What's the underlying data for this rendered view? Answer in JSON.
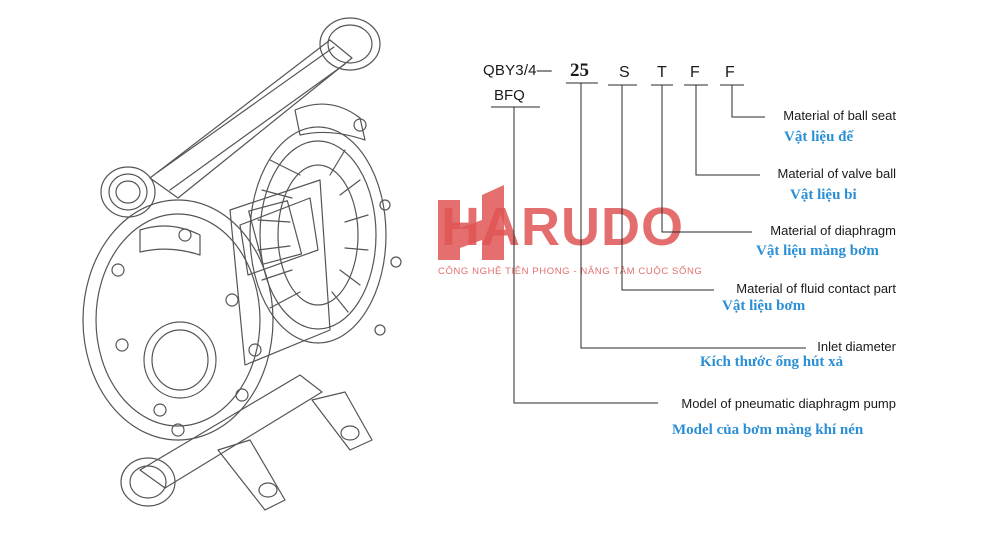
{
  "colors": {
    "line": "#2a2a2a",
    "drawing": "#555555",
    "vietnamese_text": "#2b8fd6",
    "watermark": "#e05555"
  },
  "watermark": {
    "brand": "HARUDO",
    "tagline": "CÔNG NGHỆ TIÊN PHONG - NÂNG TẦM CUỘC SỐNG"
  },
  "model_code": {
    "prefix": "QBY3/4—",
    "sub": "BFQ",
    "segments": [
      "25",
      "S",
      "T",
      "F",
      "F"
    ]
  },
  "labels": [
    {
      "key": "ball_seat",
      "en": "Material of ball seat",
      "vi": "Vật liệu đế"
    },
    {
      "key": "valve_ball",
      "en": "Material of valve ball",
      "vi": "Vật liệu bi"
    },
    {
      "key": "diaphragm",
      "en": "Material of diaphragm",
      "vi": "Vật liệu màng bơm"
    },
    {
      "key": "fluid_contact",
      "en": "Material of fluid contact part",
      "vi": "Vật liệu bơm"
    },
    {
      "key": "inlet",
      "en": "Inlet diameter",
      "vi": "Kích thước ống hút xả"
    },
    {
      "key": "model",
      "en": "Model of pneumatic diaphragm pump",
      "vi": "Model của bơm màng khí nén"
    }
  ]
}
